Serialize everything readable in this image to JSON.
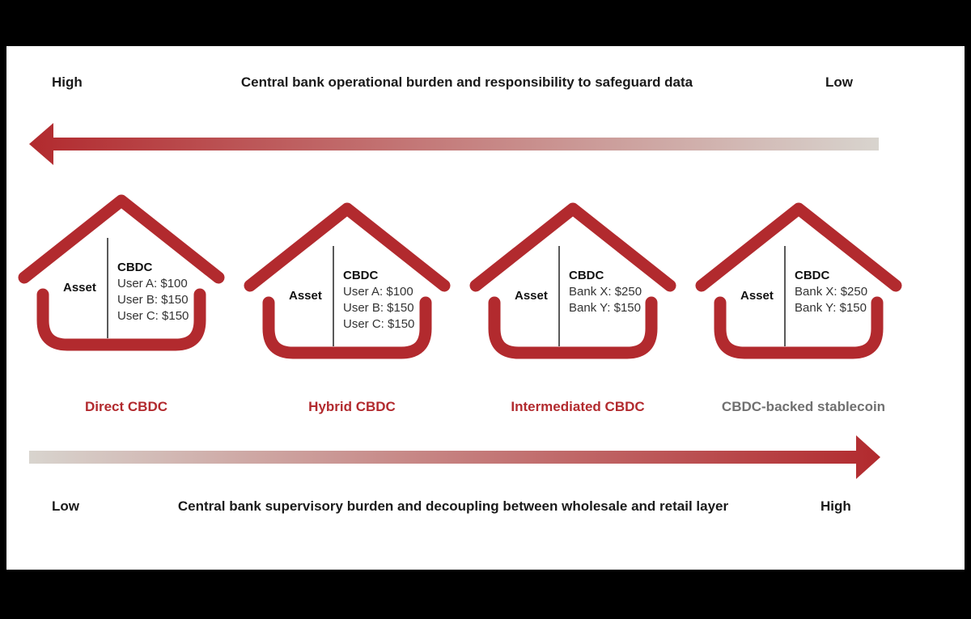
{
  "top_axis": {
    "left_label": "High",
    "title": "Central bank operational burden and responsibility to safeguard data",
    "right_label": "Low"
  },
  "bottom_axis": {
    "left_label": "Low",
    "title": "Central bank supervisory burden and decoupling between wholesale and retail layer",
    "right_label": "High"
  },
  "colors": {
    "accent": "#b22a2e",
    "muted": "#707070",
    "gradient_light": "#d8d4ce"
  },
  "models": [
    {
      "label": "Direct CBDC",
      "color": "#b22a2e",
      "asset_label": "Asset",
      "ledger_title": "CBDC",
      "entries": [
        "User A: $100",
        "User B: $150",
        "User C: $150"
      ]
    },
    {
      "label": "Hybrid CBDC",
      "color": "#b22a2e",
      "asset_label": "Asset",
      "ledger_title": "CBDC",
      "entries": [
        "User A: $100",
        "User B: $150",
        "User C: $150"
      ]
    },
    {
      "label": "Intermediated CBDC",
      "color": "#b22a2e",
      "asset_label": "Asset",
      "ledger_title": "CBDC",
      "entries": [
        "Bank X: $250",
        "Bank Y: $150"
      ]
    },
    {
      "label": "CBDC-backed stablecoin",
      "color": "#707070",
      "asset_label": "Asset",
      "ledger_title": "CBDC",
      "entries": [
        "Bank X: $250",
        "Bank Y: $150"
      ]
    }
  ]
}
